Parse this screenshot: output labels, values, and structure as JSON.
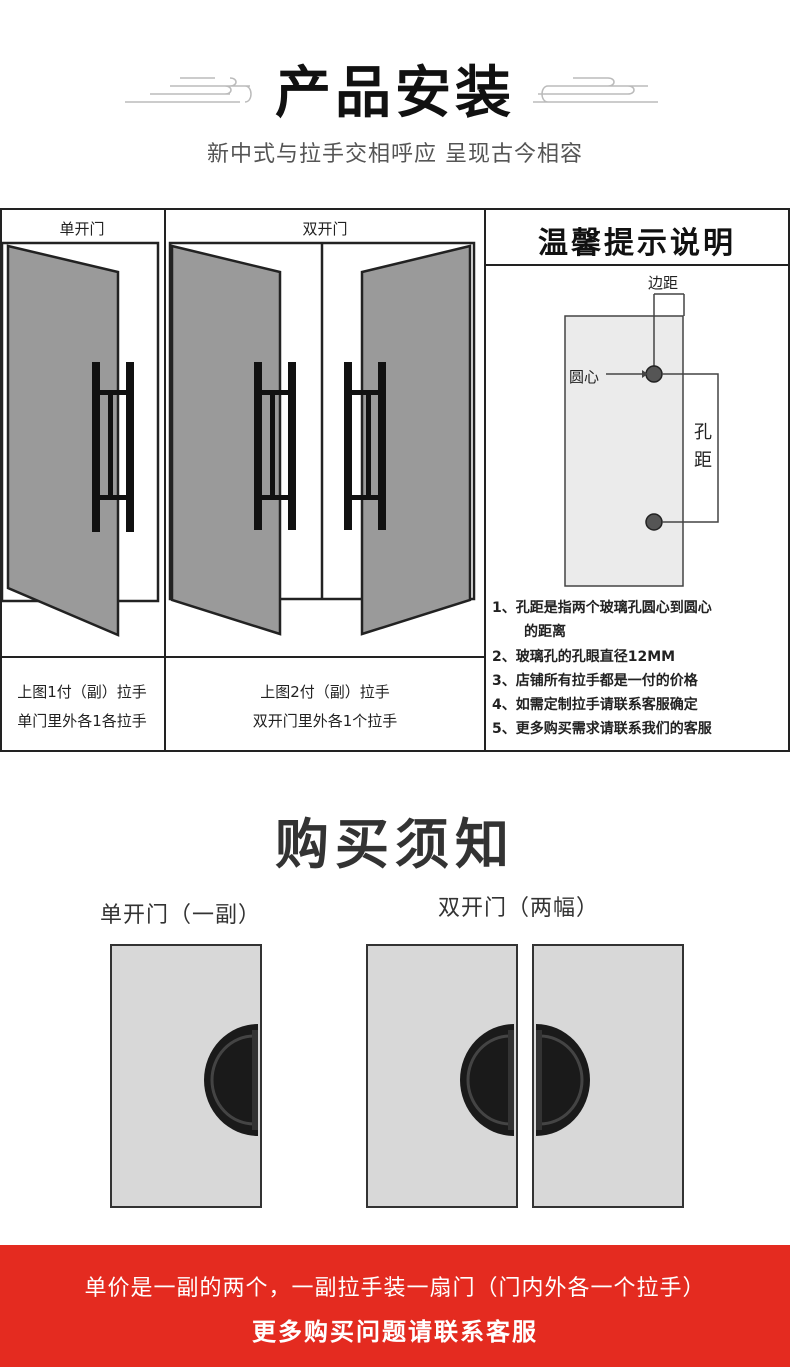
{
  "header": {
    "title": "产品安装",
    "subtitle": "新中式与拉手交相呼应 呈现古今相容"
  },
  "install": {
    "single": {
      "label": "单开门",
      "caption_line1": "上图1付（副）拉手",
      "caption_line2": "单门里外各1各拉手"
    },
    "double": {
      "label": "双开门",
      "caption_line1": "上图2付（副）拉手",
      "caption_line2": "双开门里外各1个拉手"
    },
    "tips": {
      "title": "温馨提示说明",
      "edge_label": "边距",
      "center_label": "圆心",
      "hole_label_1": "孔",
      "hole_label_2": "距",
      "notes": [
        "1、孔距是指两个玻璃孔圆心到圆心",
        "的距离",
        "2、玻璃孔的孔眼直径12MM",
        "3、店铺所有拉手都是一付的价格",
        "4、如需定制拉手请联系客服确定",
        "5、更多购买需求请联系我们的客服"
      ]
    }
  },
  "purchase": {
    "title": "购买须知",
    "single_label": "单开门（一副）",
    "double_label": "双开门（两幅）"
  },
  "footer": {
    "line1": "单价是一副的两个，一副拉手装一扇门（门内外各一个拉手）",
    "line2": "更多购买问题请联系客服"
  },
  "colors": {
    "footer_bg": "#e42b20",
    "door_panel": "#9a9a9a",
    "door_glass": "#d8d8d8"
  }
}
